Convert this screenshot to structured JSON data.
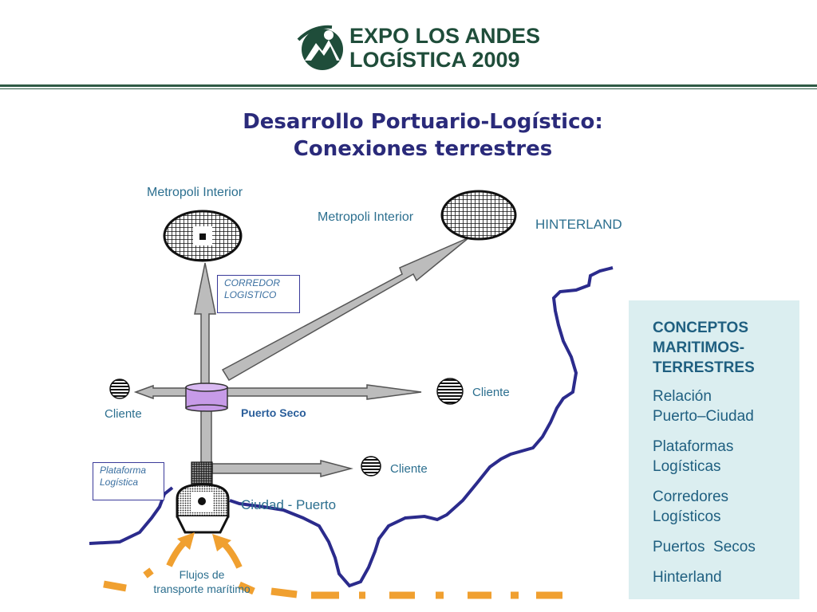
{
  "header": {
    "logo_line1": "EXPO LOS ANDES",
    "logo_line2": "LOGÍSTICA 2009"
  },
  "title": {
    "line1": "Desarrollo Portuario-Logístico:",
    "line2": "Conexiones terrestres"
  },
  "diagram": {
    "metropoli_left": "Metropoli Interior",
    "metropoli_right": "Metropoli Interior",
    "hinterland": "HINTERLAND",
    "corredor_line1": "CORREDOR",
    "corredor_line2": "LOGISTICO",
    "cliente_left": "Cliente",
    "cliente_right": "Cliente",
    "cliente_bottom": "Cliente",
    "puerto_seco": "Puerto Seco",
    "plataforma_line1": "Plataforma",
    "plataforma_line2": "Logística",
    "ciudad_puerto": "Ciudad - Puerto",
    "flujos_line1": "Flujos de",
    "flujos_line2": "transporte marítimo"
  },
  "panel": {
    "heading_line1": "CONCEPTOS",
    "heading_line2": "MARITIMOS-",
    "heading_line3": "TERRESTRES",
    "item1_line1": "Relación",
    "item1_line2": "Puerto–Ciudad",
    "item2_line1": "Plataformas",
    "item2_line2": "Logísticas",
    "item3_line1": "Corredores",
    "item3_line2": "Logísticos",
    "item4": "Puertos  Secos",
    "item5": "Hinterland"
  },
  "colors": {
    "title": "#2a2a7a",
    "label": "#2c6f8f",
    "river": "#2b2b8c",
    "sea_dashes": "#f0a030",
    "panel_bg": "#dbeef0",
    "puerto_seco_fill": "#c79be8"
  }
}
